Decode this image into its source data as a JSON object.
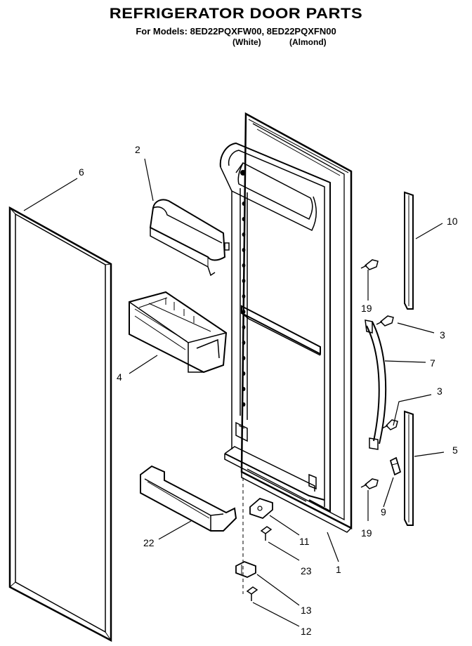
{
  "header": {
    "title": "REFRIGERATOR DOOR PARTS",
    "subtitle": "For Models: 8ED22PQXFW00, 8ED22PQXFN00",
    "variants": [
      "(White)",
      "(Almond)"
    ]
  },
  "callouts": [
    "1",
    "2",
    "3",
    "3",
    "4",
    "5",
    "6",
    "7",
    "9",
    "10",
    "11",
    "12",
    "13",
    "19",
    "19",
    "22",
    "23"
  ]
}
